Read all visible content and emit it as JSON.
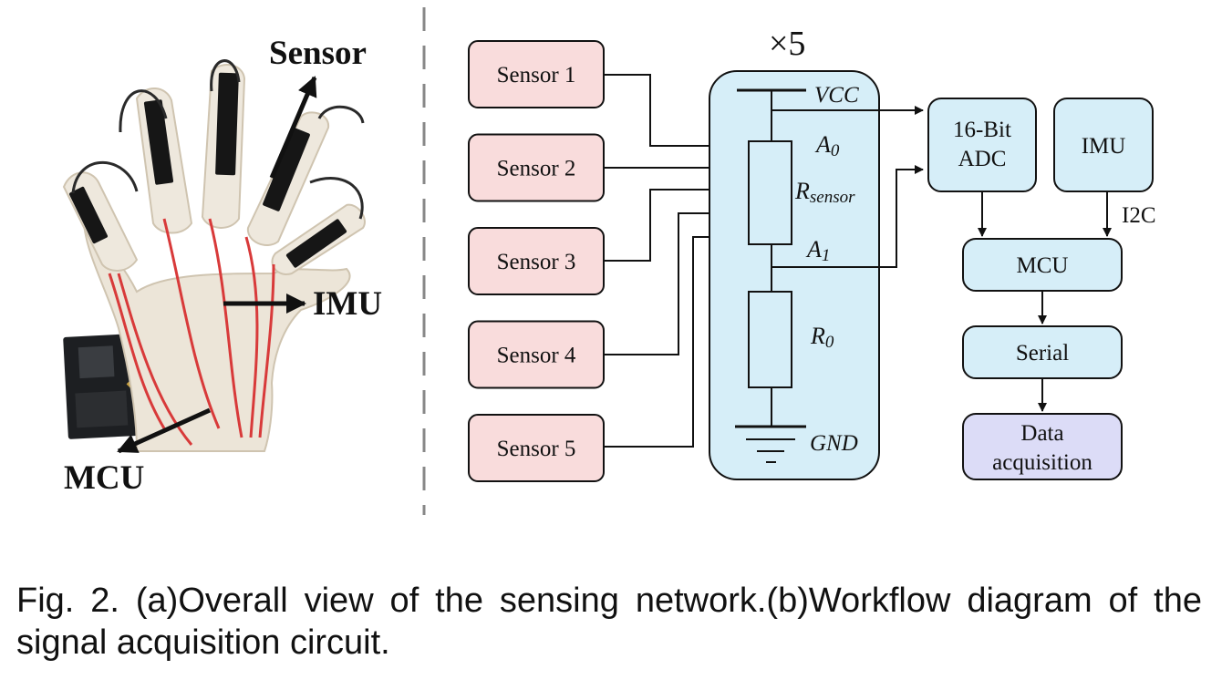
{
  "figure": {
    "panel_a": {
      "callouts": {
        "sensor": "Sensor",
        "imu": "IMU",
        "mcu": "MCU"
      }
    },
    "panel_b": {
      "multiplier": "×5",
      "sensors": [
        "Sensor 1",
        "Sensor 2",
        "Sensor 3",
        "Sensor 4",
        "Sensor 5"
      ],
      "circuit": {
        "vcc": "VCC",
        "gnd": "GND",
        "a0_main": "A",
        "a0_sub": "0",
        "a1_main": "A",
        "a1_sub": "1",
        "rsensor_main": "R",
        "rsensor_sub": "sensor",
        "r0_main": "R",
        "r0_sub": "0"
      },
      "blocks": {
        "adc_line1": "16-Bit",
        "adc_line2": "ADC",
        "imu": "IMU",
        "i2c": "I2C",
        "mcu": "MCU",
        "serial": "Serial",
        "data_line1": "Data",
        "data_line2": "acquisition"
      },
      "colors": {
        "sensor_fill": "#f9dcdc",
        "circuit_fill": "#d6eef8",
        "block_fill": "#d6eef8",
        "data_fill": "#dcdcf7"
      }
    },
    "caption": "Fig. 2.  (a)Overall view of the sensing network.(b)Workflow diagram of the signal acquisition circuit."
  }
}
